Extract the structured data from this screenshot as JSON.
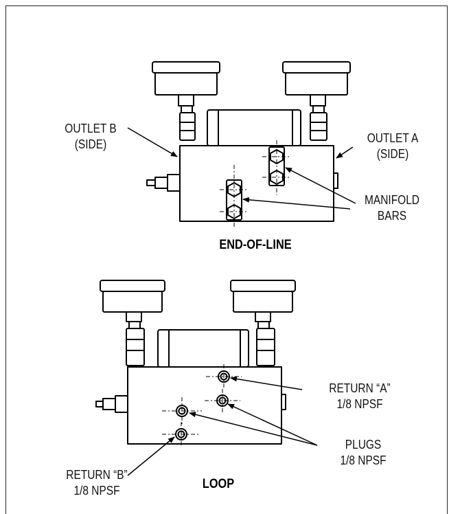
{
  "top_figure": {
    "caption": "END-OF-LINE",
    "outlet_b": [
      "OUTLET B",
      "(SIDE)"
    ],
    "outlet_a": [
      "OUTLET A",
      "(SIDE)"
    ],
    "manifold_bars": [
      "MANIFOLD",
      "BARS"
    ]
  },
  "bottom_figure": {
    "caption": "LOOP",
    "return_a": [
      "RETURN “A”",
      "1/8 NPSF"
    ],
    "plugs": [
      "PLUGS",
      "1/8 NPSF"
    ],
    "return_b": [
      "RETURN “B”",
      "1/8 NPSF"
    ]
  }
}
